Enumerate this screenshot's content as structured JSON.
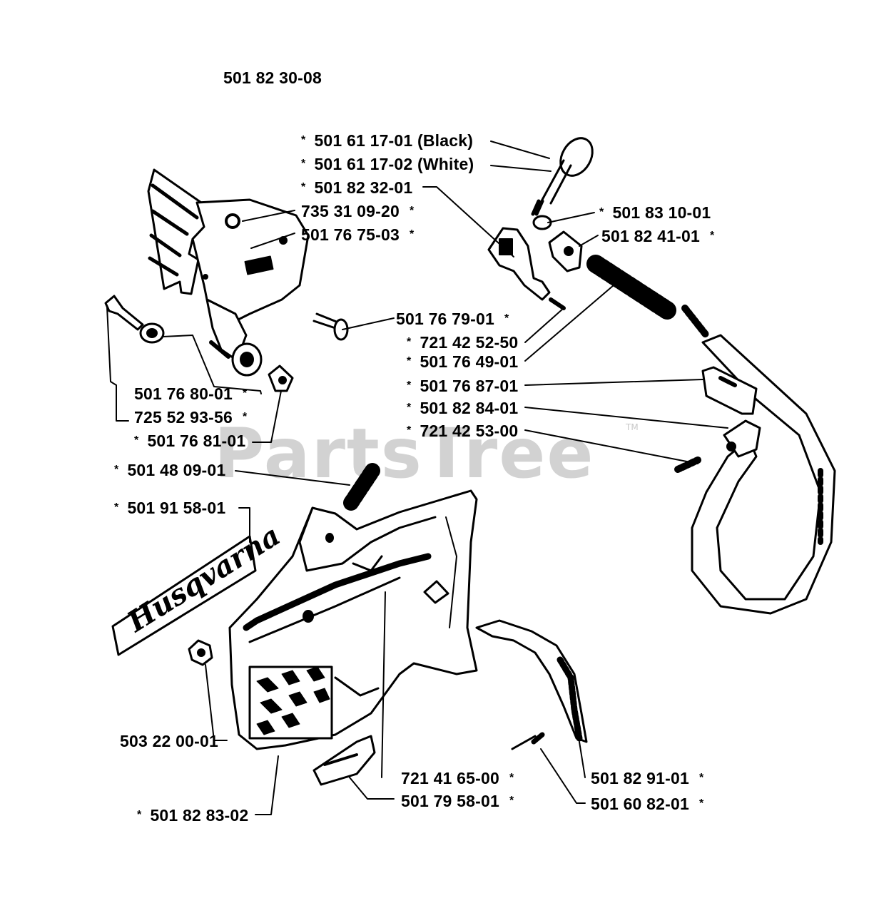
{
  "assembly_number": "501 82 30-08",
  "watermark": {
    "text": "PartsTree",
    "tm": "TM"
  },
  "logo": {
    "text": "Husqvarna"
  },
  "colors": {
    "ink": "#000000",
    "watermark": "#d2d2d2",
    "background": "#ffffff"
  },
  "parts": [
    {
      "id": "501-61-17-01",
      "text": "501 61 17-01 (Black)",
      "star": "left"
    },
    {
      "id": "501-61-17-02",
      "text": "501 61 17-02 (White)",
      "star": "left"
    },
    {
      "id": "501-82-32-01",
      "text": "501 82 32-01",
      "star": "left"
    },
    {
      "id": "735-31-09-20",
      "text": "735 31 09-20",
      "star": "right"
    },
    {
      "id": "501-76-75-03",
      "text": "501 76 75-03",
      "star": "right"
    },
    {
      "id": "501-83-10-01",
      "text": "501 83 10-01",
      "star": "left"
    },
    {
      "id": "501-82-41-01",
      "text": "501 82 41-01",
      "star": "right"
    },
    {
      "id": "501-76-79-01",
      "text": "501 76 79-01",
      "star": "right"
    },
    {
      "id": "721-42-52-50",
      "text": "721 42 52-50",
      "star": "left"
    },
    {
      "id": "501-76-49-01",
      "text": "501 76 49-01",
      "star": "left"
    },
    {
      "id": "501-76-87-01",
      "text": "501 76 87-01",
      "star": "left"
    },
    {
      "id": "501-82-84-01",
      "text": "501 82 84-01",
      "star": "left"
    },
    {
      "id": "721-42-53-00",
      "text": "721 42 53-00",
      "star": "left"
    },
    {
      "id": "501-76-80-01",
      "text": "501 76 80-01",
      "star": "right"
    },
    {
      "id": "725-52-93-56",
      "text": "725 52 93-56",
      "star": "right"
    },
    {
      "id": "501-76-81-01",
      "text": "501 76 81-01",
      "star": "left"
    },
    {
      "id": "501-48-09-01",
      "text": "501 48 09-01",
      "star": "left"
    },
    {
      "id": "501-91-58-01",
      "text": "501 91 58-01",
      "star": "left"
    },
    {
      "id": "503-22-00-01",
      "text": "503 22 00-01",
      "star": "none"
    },
    {
      "id": "721-41-65-00",
      "text": "721 41 65-00",
      "star": "right"
    },
    {
      "id": "501-79-58-01",
      "text": "501 79 58-01",
      "star": "right"
    },
    {
      "id": "501-82-91-01",
      "text": "501 82 91-01",
      "star": "right"
    },
    {
      "id": "501-60-82-01",
      "text": "501 60 82-01",
      "star": "right"
    },
    {
      "id": "501-82-83-02",
      "text": "501 82 83-02",
      "star": "left"
    }
  ]
}
